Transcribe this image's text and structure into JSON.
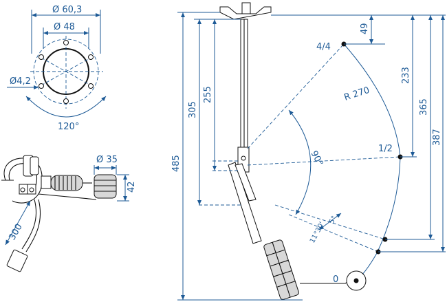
{
  "flange": {
    "outer_diameter": "Ø 60,3",
    "bolt_circle": "Ø 48",
    "hole_diameter": "Ø4,2",
    "angle": "120°"
  },
  "float": {
    "diameter": "Ø 35",
    "height": "42",
    "cable_length": "300"
  },
  "arm": {
    "total_length": "485",
    "depth_305": "305",
    "depth_255": "255",
    "pos_full": "4/4",
    "pos_half": "1/2",
    "pos_empty": "0",
    "dim_49": "49",
    "dim_233": "233",
    "dim_365": "365",
    "dim_387": "387",
    "radius": "R 270",
    "sweep_angle": "90°",
    "angle_1130": "11°30'",
    "angle_5": "5°"
  }
}
